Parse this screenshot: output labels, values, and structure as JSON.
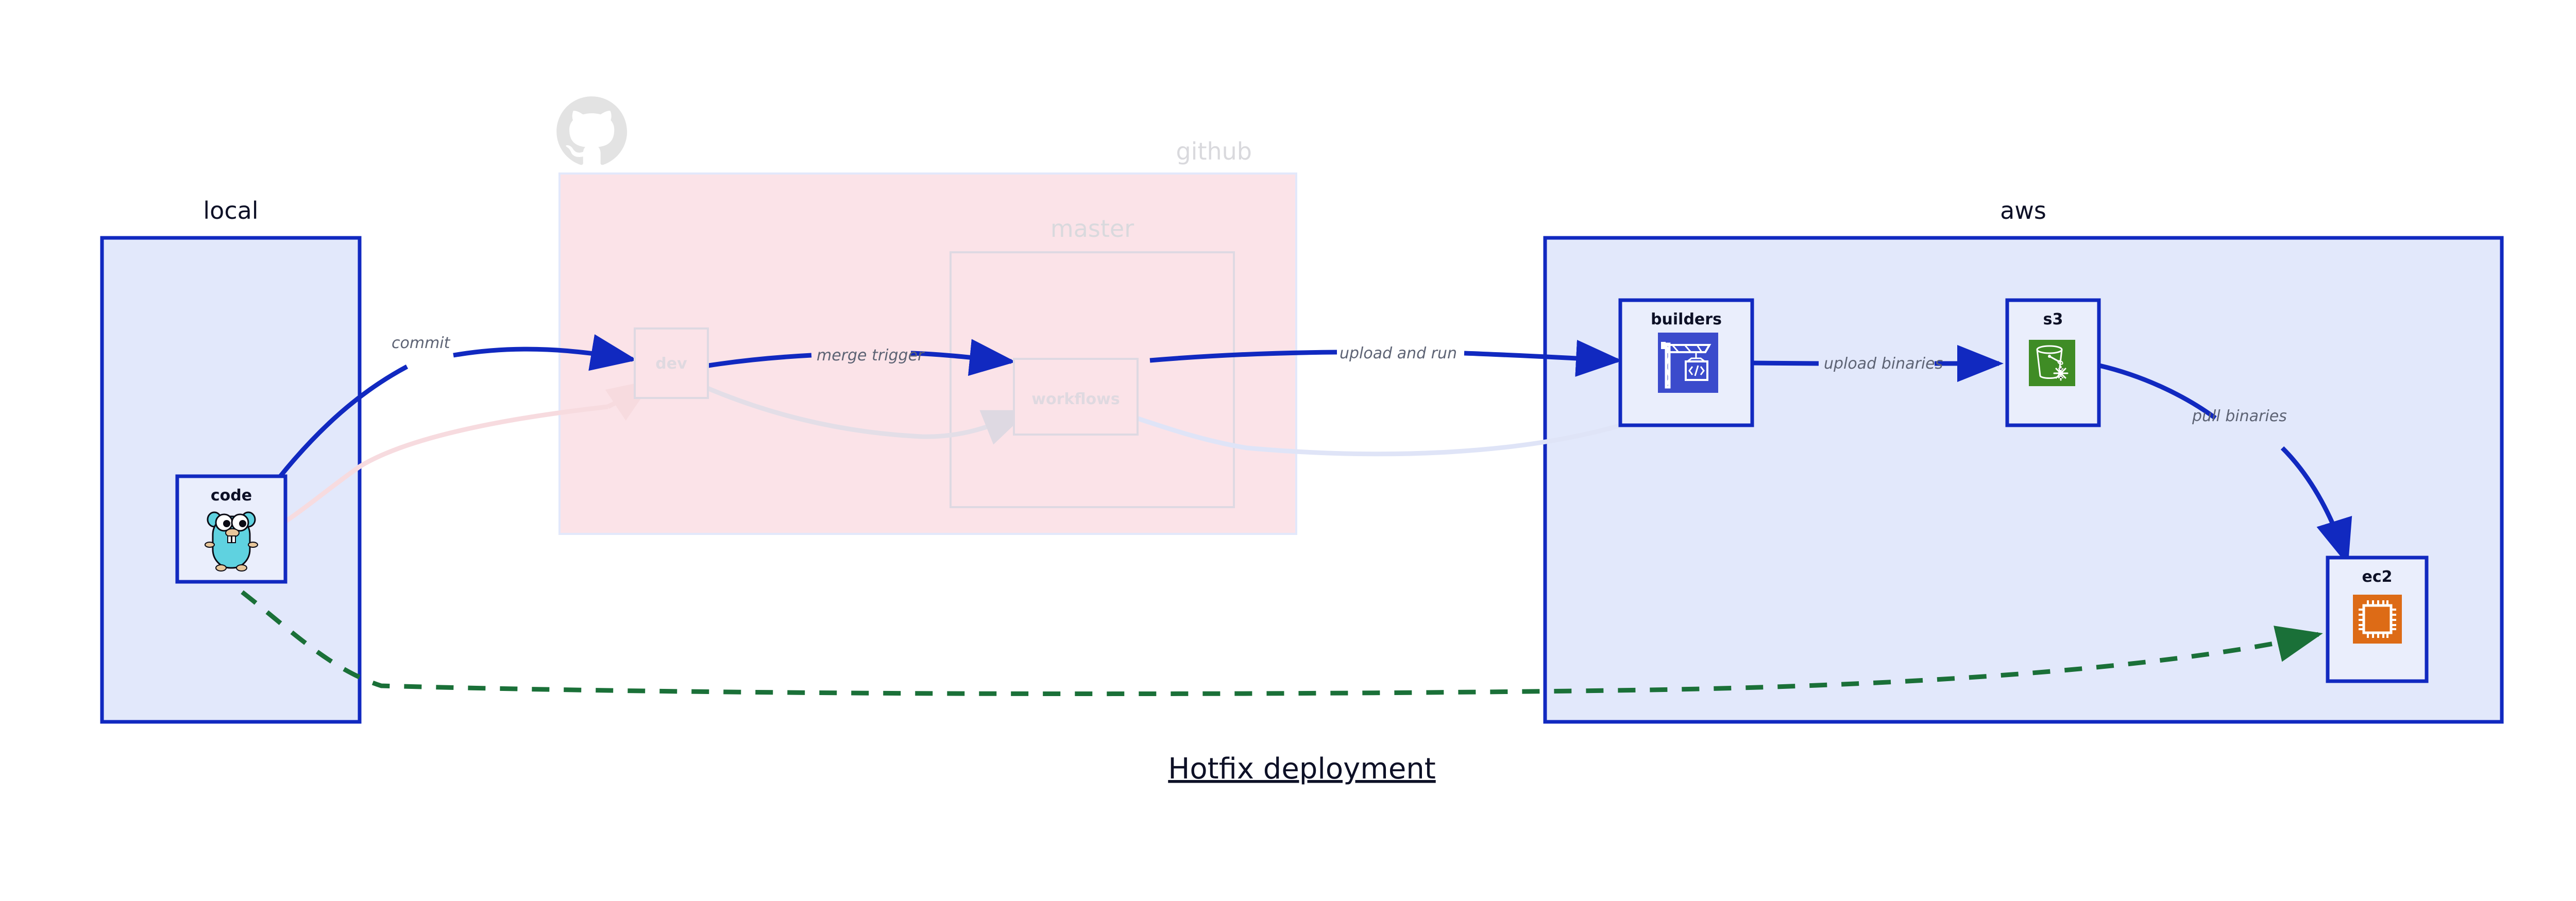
{
  "diagram": {
    "title": "Hotfix deployment",
    "type": "flowchart",
    "colors": {
      "cluster_blue_fill": "#e2e8fb",
      "cluster_blue_stroke": "#1129c0",
      "cluster_pink_fill": "#fbe3e8",
      "cluster_pink_stroke": "#e2e8fb",
      "node_fill": "#eaeefc",
      "node_stroke": "#1129c0",
      "edge_blue": "#1129c0",
      "edge_green": "#1a7038",
      "faded": "#e0dbe4",
      "label_text": "#5d6374",
      "title_text": "#0d1026",
      "builders_icon": "#3b4bcc",
      "s3_icon": "#3f8c25",
      "ec2_icon": "#dd6b16",
      "gopher_body": "#5fd2e0"
    },
    "clusters": [
      {
        "id": "local",
        "label": "local",
        "style": "blue",
        "faded": false
      },
      {
        "id": "github",
        "label": "github",
        "style": "pink",
        "faded": true,
        "logo": "github-octocat-icon"
      },
      {
        "id": "master",
        "label": "master",
        "style": "pink-inner",
        "faded": true
      },
      {
        "id": "aws",
        "label": "aws",
        "style": "blue",
        "faded": false
      }
    ],
    "nodes": [
      {
        "id": "code",
        "label": "code",
        "icon": "go-gopher-icon",
        "cluster": "local",
        "faded": false
      },
      {
        "id": "dev",
        "label": "dev",
        "icon": "none",
        "cluster": "github",
        "faded": true
      },
      {
        "id": "workflows",
        "label": "workflows",
        "icon": "none",
        "cluster": "master",
        "faded": true
      },
      {
        "id": "builders",
        "label": "builders",
        "icon": "crane-code-icon",
        "cluster": "aws",
        "faded": false
      },
      {
        "id": "s3",
        "label": "s3",
        "icon": "bucket-snowflake-icon",
        "cluster": "aws",
        "faded": false
      },
      {
        "id": "ec2",
        "label": "ec2",
        "icon": "cpu-chip-icon",
        "cluster": "aws",
        "faded": false
      }
    ],
    "edges": [
      {
        "id": "e1",
        "from": "code",
        "to": "dev",
        "label": "commit",
        "style": "solid",
        "color": "blue"
      },
      {
        "id": "e2",
        "from": "dev",
        "to": "workflows",
        "label": "merge trigger",
        "style": "solid",
        "color": "blue"
      },
      {
        "id": "e3",
        "from": "workflows",
        "to": "builders",
        "label": "upload and run",
        "style": "solid",
        "color": "blue"
      },
      {
        "id": "e4",
        "from": "builders",
        "to": "s3",
        "label": "upload binaries",
        "style": "solid",
        "color": "blue"
      },
      {
        "id": "e5",
        "from": "s3",
        "to": "ec2",
        "label": "pull binaries",
        "style": "solid",
        "color": "blue"
      },
      {
        "id": "e6",
        "from": "code",
        "to": "ec2",
        "label": "",
        "style": "dashed",
        "color": "green"
      }
    ]
  }
}
